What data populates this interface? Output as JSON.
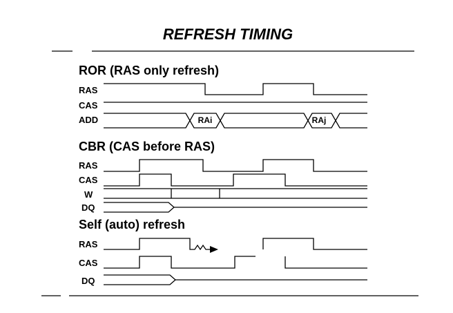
{
  "title": "REFRESH TIMING",
  "sections": {
    "ror": {
      "heading": "ROR (RAS only refresh)",
      "signals": {
        "ras": "RAS",
        "cas": "CAS",
        "add": "ADD"
      },
      "address_labels": [
        "RAi",
        "RAj"
      ]
    },
    "cbr": {
      "heading": "CBR (CAS before RAS)",
      "signals": {
        "ras": "RAS",
        "cas": "CAS",
        "w": "W",
        "dq": "DQ"
      }
    },
    "self": {
      "heading": "Self (auto) refresh",
      "signals": {
        "ras": "RAS",
        "cas": "CAS",
        "dq": "DQ"
      }
    }
  }
}
